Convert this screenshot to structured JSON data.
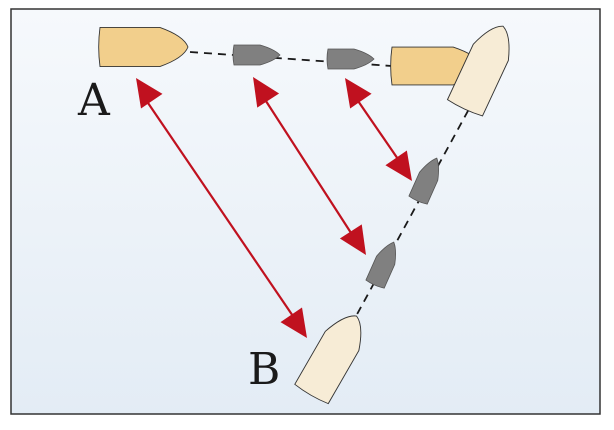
{
  "labels": {
    "a": "A",
    "b": "B"
  },
  "colors": {
    "panel_top": "#f6f9fc",
    "panel_bottom": "#e3ecf5",
    "frame": "#333333",
    "boat_a": "#f2cf8c",
    "boat_b": "#f7ecd6",
    "ghost_boat": "#808080",
    "arrow": "#c0111f",
    "track": "#1a1a1a"
  },
  "icons": {
    "boat_a": "sailboat-hull-icon",
    "boat_b": "sailboat-hull-icon",
    "ghost": "ghost-boat-icon",
    "arrow": "double-headed-arrow"
  }
}
